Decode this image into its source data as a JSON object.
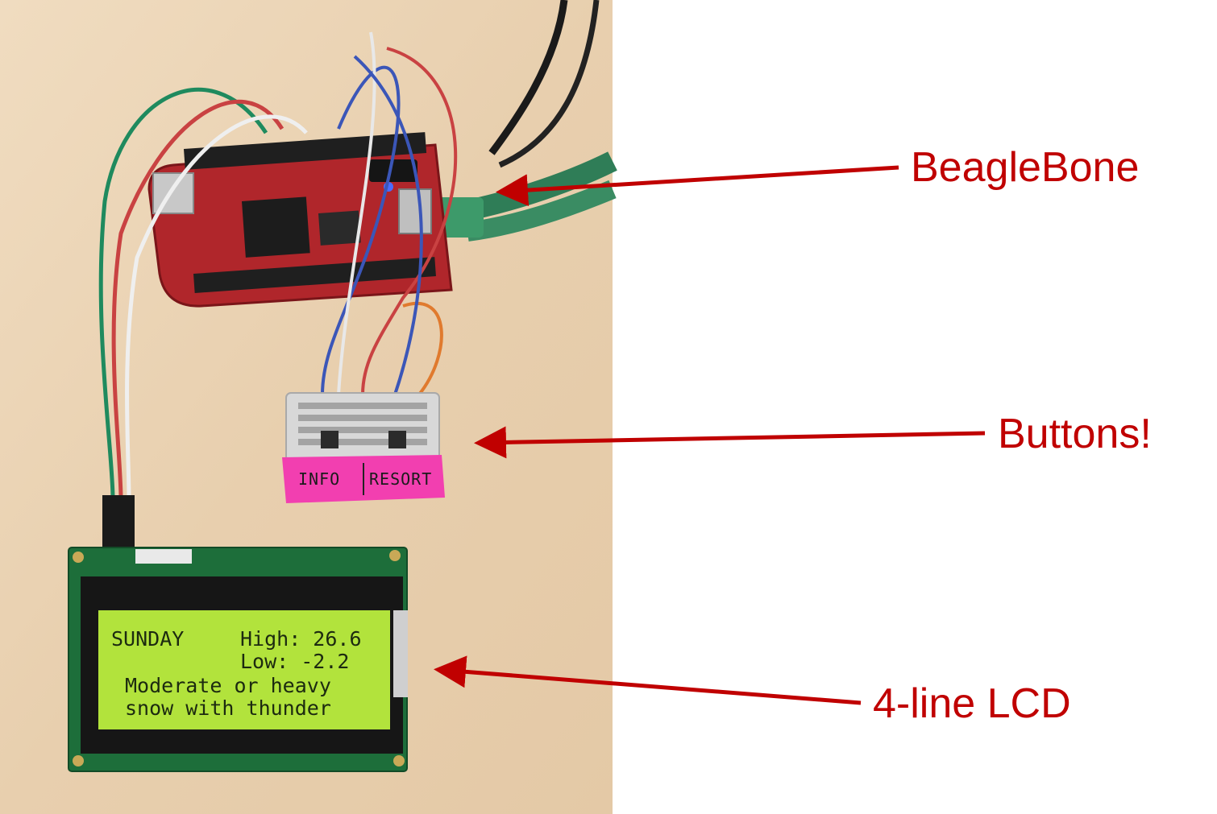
{
  "labels": {
    "beaglebone": "BeagleBone",
    "buttons": "Buttons!",
    "lcd": "4-line LCD"
  },
  "lcd": {
    "line1_left": "SUNDAY",
    "line1_right": "High: 26.6",
    "line2_right": "Low:  -2.2",
    "line3": "Moderate or heavy",
    "line4": "snow with thunder"
  },
  "button_tag": {
    "left": "INFO",
    "right": "RESORT"
  },
  "colors": {
    "accent": "#c00000",
    "lcd_screen": "#b2e33c",
    "board": "#b0262b",
    "desk": "#ead2b2"
  }
}
